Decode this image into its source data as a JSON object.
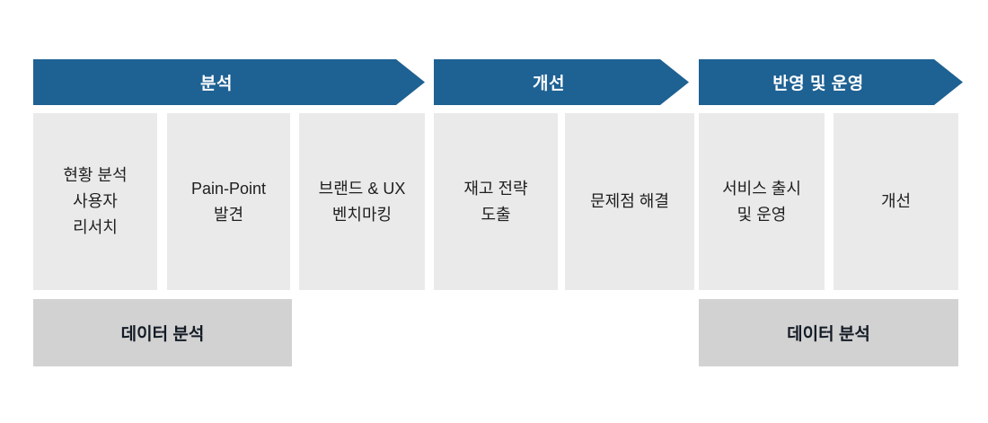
{
  "colors": {
    "arrow_blue": "#1E6193",
    "step_box_gray": "#EAEAEA",
    "data_box_gray": "#D2D2D2",
    "step_text": "#1F1F1F",
    "data_text": "#131B25",
    "arrow_text": "#FFFFFF"
  },
  "phases": [
    {
      "label": "분석",
      "steps": [
        "현황 분석\n사용자\n리서치",
        "Pain-Point\n발견",
        "브랜드 & UX\n벤치마킹"
      ],
      "data_label": "데이터 분석"
    },
    {
      "label": "개선",
      "steps": [
        "재고 전략\n도출",
        "문제점 해결"
      ]
    },
    {
      "label": "반영 및 운영",
      "steps": [
        "서비스 출시\n및 운영",
        "개선"
      ],
      "data_label": "데이터 분석"
    }
  ]
}
